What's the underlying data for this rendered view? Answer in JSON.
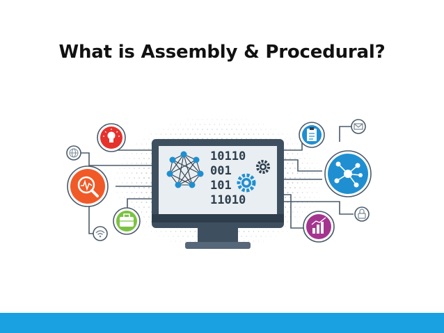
{
  "slide": {
    "title": "What is Assembly & Procedural?"
  },
  "monitor": {
    "binary_lines": [
      "10110",
      "001",
      "101",
      "11010"
    ]
  },
  "icons": [
    "globe-icon",
    "lightbulb-icon",
    "analytics-search-icon",
    "briefcase-icon",
    "wifi-icon",
    "clipboard-icon",
    "mail-icon",
    "network-hub-icon",
    "lock-icon",
    "chart-icon",
    "neural-network-icon",
    "gears-icon"
  ],
  "colors": {
    "accent_bar": "#1aa1e1",
    "title": "#111111",
    "monitor_dark": "#3e4f60",
    "screen": "#e9eef2",
    "blue": "#1f8fd1",
    "orange": "#f05a28",
    "red": "#e5322d",
    "green": "#7cc242",
    "purple": "#a4358f"
  }
}
